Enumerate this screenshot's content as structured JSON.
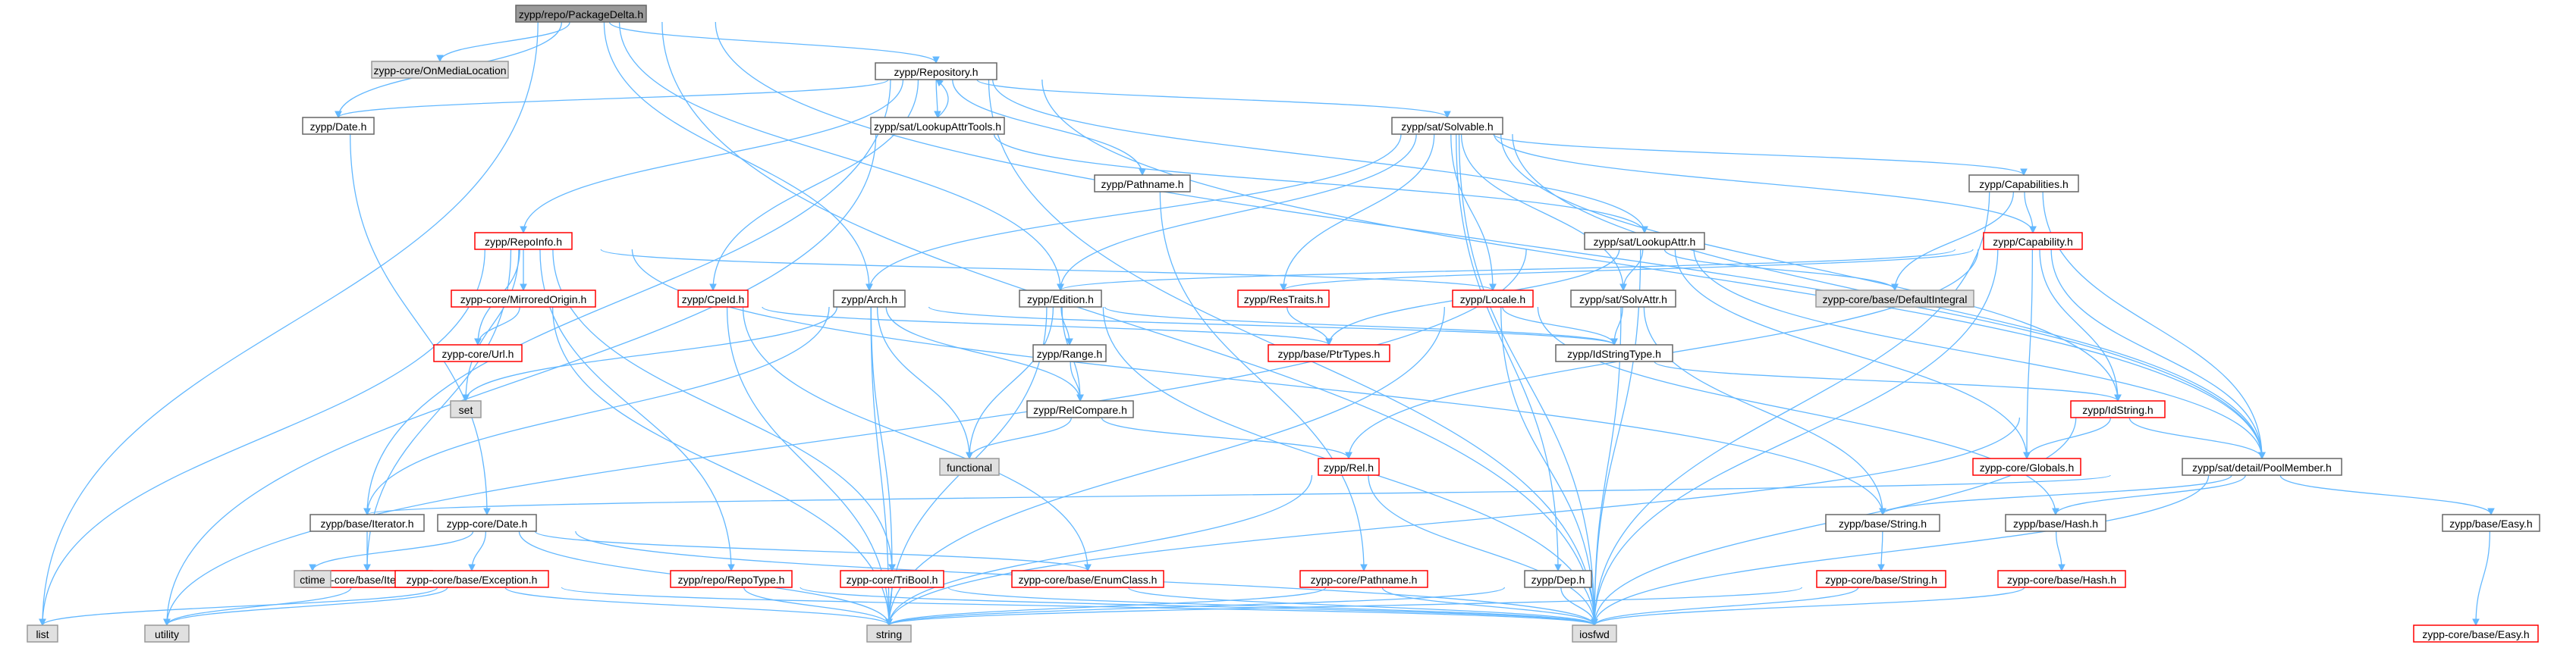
{
  "diagram": {
    "type": "include-dependency-graph",
    "colors": {
      "edge": "#63b8ff",
      "root_fill": "#999999",
      "root_border": "#666666",
      "node_fill": "#ffffff",
      "node_border": "#666666",
      "external_fill": "#e0e0e0",
      "external_border": "#999999",
      "truncated_border": "#ff0000",
      "text": "#000000"
    },
    "nodes": [
      {
        "id": "root",
        "label": "zypp/repo/PackageDelta.h",
        "kind": "root"
      },
      {
        "id": "onmedia",
        "label": "zypp-core/OnMediaLocation",
        "kind": "external"
      },
      {
        "id": "repository",
        "label": "zypp/Repository.h",
        "kind": "normal"
      },
      {
        "id": "date",
        "label": "zypp/Date.h",
        "kind": "normal"
      },
      {
        "id": "lookupattrtools",
        "label": "zypp/sat/LookupAttrTools.h",
        "kind": "normal"
      },
      {
        "id": "solvable",
        "label": "zypp/sat/Solvable.h",
        "kind": "normal"
      },
      {
        "id": "pathname",
        "label": "zypp/Pathname.h",
        "kind": "normal"
      },
      {
        "id": "capabilities",
        "label": "zypp/Capabilities.h",
        "kind": "normal"
      },
      {
        "id": "repoinfo",
        "label": "zypp/RepoInfo.h",
        "kind": "truncated"
      },
      {
        "id": "lookupattr",
        "label": "zypp/sat/LookupAttr.h",
        "kind": "normal"
      },
      {
        "id": "capability",
        "label": "zypp/Capability.h",
        "kind": "truncated"
      },
      {
        "id": "mirroredorigin",
        "label": "zypp-core/MirroredOrigin.h",
        "kind": "truncated"
      },
      {
        "id": "cpeid",
        "label": "zypp/CpeId.h",
        "kind": "truncated"
      },
      {
        "id": "arch",
        "label": "zypp/Arch.h",
        "kind": "normal"
      },
      {
        "id": "edition",
        "label": "zypp/Edition.h",
        "kind": "normal"
      },
      {
        "id": "restraits",
        "label": "zypp/ResTraits.h",
        "kind": "truncated"
      },
      {
        "id": "locale",
        "label": "zypp/Locale.h",
        "kind": "truncated"
      },
      {
        "id": "solvattr",
        "label": "zypp/sat/SolvAttr.h",
        "kind": "normal"
      },
      {
        "id": "defaultintegral",
        "label": "zypp-core/base/DefaultIntegral",
        "kind": "external"
      },
      {
        "id": "url",
        "label": "zypp-core/Url.h",
        "kind": "truncated"
      },
      {
        "id": "range",
        "label": "zypp/Range.h",
        "kind": "normal"
      },
      {
        "id": "ptrtypes",
        "label": "zypp/base/PtrTypes.h",
        "kind": "truncated"
      },
      {
        "id": "idstringtype",
        "label": "zypp/IdStringType.h",
        "kind": "normal"
      },
      {
        "id": "set",
        "label": "set",
        "kind": "external"
      },
      {
        "id": "relcompare",
        "label": "zypp/RelCompare.h",
        "kind": "normal"
      },
      {
        "id": "idstring",
        "label": "zypp/IdString.h",
        "kind": "truncated"
      },
      {
        "id": "functional",
        "label": "functional",
        "kind": "external"
      },
      {
        "id": "rel",
        "label": "zypp/Rel.h",
        "kind": "truncated"
      },
      {
        "id": "globals",
        "label": "zypp-core/Globals.h",
        "kind": "truncated"
      },
      {
        "id": "poolmember",
        "label": "zypp/sat/detail/PoolMember.h",
        "kind": "normal"
      },
      {
        "id": "baseiterator",
        "label": "zypp/base/Iterator.h",
        "kind": "normal"
      },
      {
        "id": "coredate",
        "label": "zypp-core/Date.h",
        "kind": "normal"
      },
      {
        "id": "basestring",
        "label": "zypp/base/String.h",
        "kind": "normal"
      },
      {
        "id": "basehash",
        "label": "zypp/base/Hash.h",
        "kind": "normal"
      },
      {
        "id": "baseeasy",
        "label": "zypp/base/Easy.h",
        "kind": "normal"
      },
      {
        "id": "corebaseiterator",
        "label": "zypp-core/base/Iterator.h",
        "kind": "truncated"
      },
      {
        "id": "ctime",
        "label": "ctime",
        "kind": "external"
      },
      {
        "id": "exception",
        "label": "zypp-core/base/Exception.h",
        "kind": "truncated"
      },
      {
        "id": "repotype",
        "label": "zypp/repo/RepoType.h",
        "kind": "truncated"
      },
      {
        "id": "tribool",
        "label": "zypp-core/TriBool.h",
        "kind": "truncated"
      },
      {
        "id": "enumclass",
        "label": "zypp-core/base/EnumClass.h",
        "kind": "truncated"
      },
      {
        "id": "corepathname",
        "label": "zypp-core/Pathname.h",
        "kind": "truncated"
      },
      {
        "id": "dep",
        "label": "zypp/Dep.h",
        "kind": "normal"
      },
      {
        "id": "corebasestring",
        "label": "zypp-core/base/String.h",
        "kind": "truncated"
      },
      {
        "id": "corebasehash",
        "label": "zypp-core/base/Hash.h",
        "kind": "truncated"
      },
      {
        "id": "list",
        "label": "list",
        "kind": "external"
      },
      {
        "id": "utility",
        "label": "utility",
        "kind": "external"
      },
      {
        "id": "string",
        "label": "string",
        "kind": "external"
      },
      {
        "id": "iosfwd",
        "label": "iosfwd",
        "kind": "external"
      },
      {
        "id": "coreeasy",
        "label": "zypp-core/base/Easy.h",
        "kind": "truncated"
      }
    ],
    "edges": [
      [
        "root",
        "onmedia"
      ],
      [
        "root",
        "repository"
      ],
      [
        "root",
        "date"
      ],
      [
        "root",
        "list"
      ],
      [
        "root",
        "arch"
      ],
      [
        "root",
        "edition"
      ],
      [
        "root",
        "poolmember"
      ],
      [
        "root",
        "iosfwd"
      ],
      [
        "repository",
        "lookupattrtools"
      ],
      [
        "repository",
        "solvable"
      ],
      [
        "repository",
        "pathname"
      ],
      [
        "repository",
        "repoinfo"
      ],
      [
        "repository",
        "date"
      ],
      [
        "repository",
        "cpeid"
      ],
      [
        "repository",
        "baseiterator"
      ],
      [
        "repository",
        "lookupattr"
      ],
      [
        "repository",
        "poolmember"
      ],
      [
        "repository",
        "iosfwd"
      ],
      [
        "lookupattrtools",
        "repository"
      ],
      [
        "lookupattrtools",
        "lookupattr"
      ],
      [
        "lookupattrtools",
        "utility"
      ],
      [
        "date",
        "coredate"
      ],
      [
        "solvable",
        "capabilities"
      ],
      [
        "solvable",
        "capability"
      ],
      [
        "solvable",
        "restraits"
      ],
      [
        "solvable",
        "locale"
      ],
      [
        "solvable",
        "solvattr"
      ],
      [
        "solvable",
        "edition"
      ],
      [
        "solvable",
        "arch"
      ],
      [
        "solvable",
        "dep"
      ],
      [
        "solvable",
        "idstring"
      ],
      [
        "solvable",
        "poolmember"
      ],
      [
        "solvable",
        "iosfwd"
      ],
      [
        "pathname",
        "corepathname"
      ],
      [
        "capabilities",
        "capability"
      ],
      [
        "capabilities",
        "defaultintegral"
      ],
      [
        "capabilities",
        "poolmember"
      ],
      [
        "capabilities",
        "iosfwd"
      ],
      [
        "capability",
        "idstring"
      ],
      [
        "capability",
        "edition"
      ],
      [
        "capability",
        "rel"
      ],
      [
        "capability",
        "restraits"
      ],
      [
        "capability",
        "globals"
      ],
      [
        "capability",
        "poolmember"
      ],
      [
        "capability",
        "iosfwd"
      ],
      [
        "repoinfo",
        "mirroredorigin"
      ],
      [
        "repoinfo",
        "url"
      ],
      [
        "repoinfo",
        "set"
      ],
      [
        "repoinfo",
        "repotype"
      ],
      [
        "repoinfo",
        "tribool"
      ],
      [
        "repoinfo",
        "corebaseiterator"
      ],
      [
        "repoinfo",
        "locale"
      ],
      [
        "repoinfo",
        "list"
      ],
      [
        "repoinfo",
        "basestring"
      ],
      [
        "mirroredorigin",
        "url"
      ],
      [
        "mirroredorigin",
        "string"
      ],
      [
        "lookupattr",
        "solvattr"
      ],
      [
        "lookupattr",
        "defaultintegral"
      ],
      [
        "lookupattr",
        "ptrtypes"
      ],
      [
        "lookupattr",
        "globals"
      ],
      [
        "lookupattr",
        "poolmember"
      ],
      [
        "lookupattr",
        "iosfwd"
      ],
      [
        "lookupattr",
        "utility"
      ],
      [
        "cpeid",
        "ptrtypes"
      ],
      [
        "cpeid",
        "enumclass"
      ],
      [
        "cpeid",
        "string"
      ],
      [
        "arch",
        "idstringtype"
      ],
      [
        "arch",
        "relcompare"
      ],
      [
        "arch",
        "set"
      ],
      [
        "arch",
        "functional"
      ],
      [
        "arch",
        "baseiterator"
      ],
      [
        "arch",
        "string"
      ],
      [
        "arch",
        "tribool"
      ],
      [
        "edition",
        "range"
      ],
      [
        "edition",
        "relcompare"
      ],
      [
        "edition",
        "idstringtype"
      ],
      [
        "edition",
        "functional"
      ],
      [
        "edition",
        "string"
      ],
      [
        "edition",
        "iosfwd"
      ],
      [
        "restraits",
        "ptrtypes"
      ],
      [
        "locale",
        "idstringtype"
      ],
      [
        "locale",
        "basehash"
      ],
      [
        "locale",
        "string"
      ],
      [
        "locale",
        "iosfwd"
      ],
      [
        "solvattr",
        "idstringtype"
      ],
      [
        "solvattr",
        "basestring"
      ],
      [
        "solvattr",
        "iosfwd"
      ],
      [
        "range",
        "relcompare"
      ],
      [
        "relcompare",
        "functional"
      ],
      [
        "relcompare",
        "rel"
      ],
      [
        "idstringtype",
        "idstring"
      ],
      [
        "idstring",
        "globals"
      ],
      [
        "idstring",
        "poolmember"
      ],
      [
        "idstring",
        "string"
      ],
      [
        "idstring",
        "iosfwd"
      ],
      [
        "rel",
        "string"
      ],
      [
        "rel",
        "iosfwd"
      ],
      [
        "poolmember",
        "baseiterator"
      ],
      [
        "poolmember",
        "basestring"
      ],
      [
        "poolmember",
        "basehash"
      ],
      [
        "poolmember",
        "baseeasy"
      ],
      [
        "poolmember",
        "iosfwd"
      ],
      [
        "baseiterator",
        "corebaseiterator"
      ],
      [
        "corebaseiterator",
        "utility"
      ],
      [
        "coredate",
        "ctime"
      ],
      [
        "coredate",
        "exception"
      ],
      [
        "coredate",
        "enumclass"
      ],
      [
        "coredate",
        "string"
      ],
      [
        "coredate",
        "iosfwd"
      ],
      [
        "exception",
        "list"
      ],
      [
        "exception",
        "utility"
      ],
      [
        "exception",
        "string"
      ],
      [
        "exception",
        "iosfwd"
      ],
      [
        "basestring",
        "corebasestring"
      ],
      [
        "basehash",
        "corebasehash"
      ],
      [
        "baseeasy",
        "coreeasy"
      ],
      [
        "repotype",
        "string"
      ],
      [
        "repotype",
        "iosfwd"
      ],
      [
        "tribool",
        "string"
      ],
      [
        "tribool",
        "iosfwd"
      ],
      [
        "enumclass",
        "iosfwd"
      ],
      [
        "corepathname",
        "string"
      ],
      [
        "corepathname",
        "iosfwd"
      ],
      [
        "dep",
        "string"
      ],
      [
        "dep",
        "iosfwd"
      ],
      [
        "corebasestring",
        "string"
      ],
      [
        "corebasestring",
        "iosfwd"
      ],
      [
        "corebasehash",
        "iosfwd"
      ]
    ]
  }
}
